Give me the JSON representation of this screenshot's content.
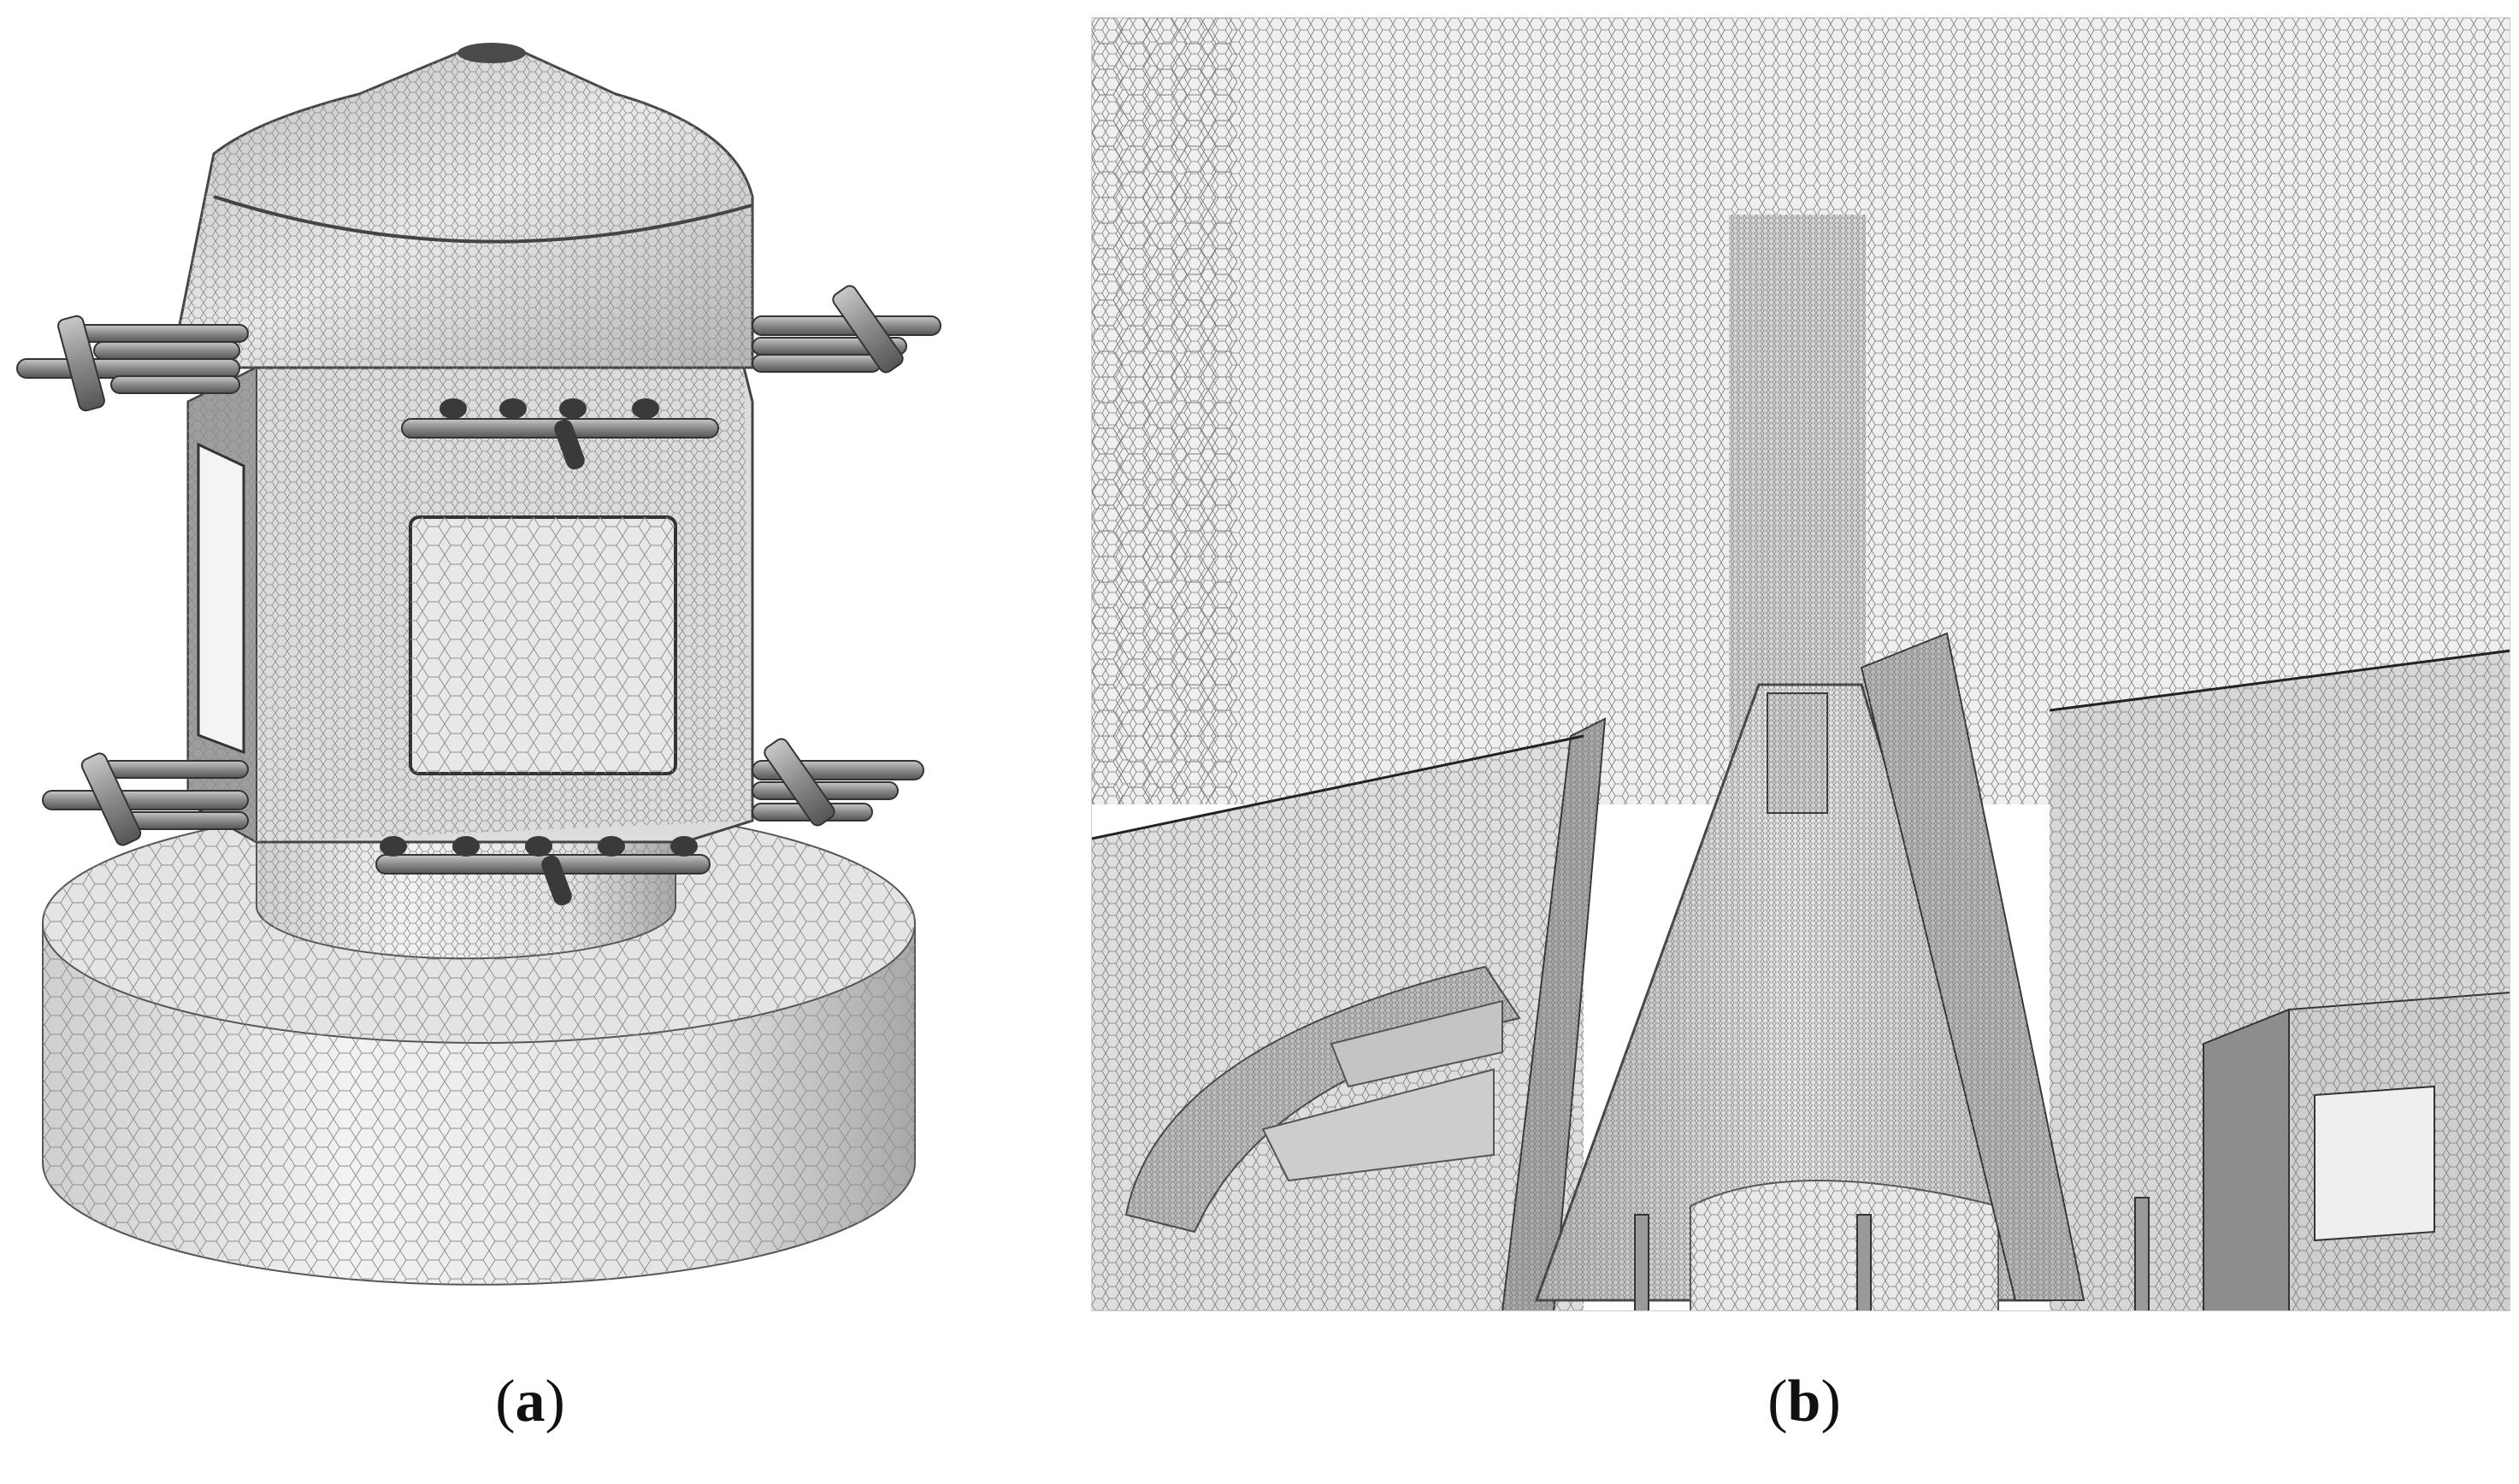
{
  "figure": {
    "panels": [
      {
        "id": "a",
        "caption_open": "(",
        "caption_letter": "a",
        "caption_close": ")"
      },
      {
        "id": "b",
        "caption_open": "(",
        "caption_letter": "b",
        "caption_close": ")"
      }
    ]
  },
  "colors": {
    "mesh_light": "#f2f2f2",
    "mesh_mid": "#d9d9d9",
    "mesh_dark": "#8c8c8c",
    "mesh_line": "#9a9a9a",
    "rod": "#6e6e6e"
  }
}
